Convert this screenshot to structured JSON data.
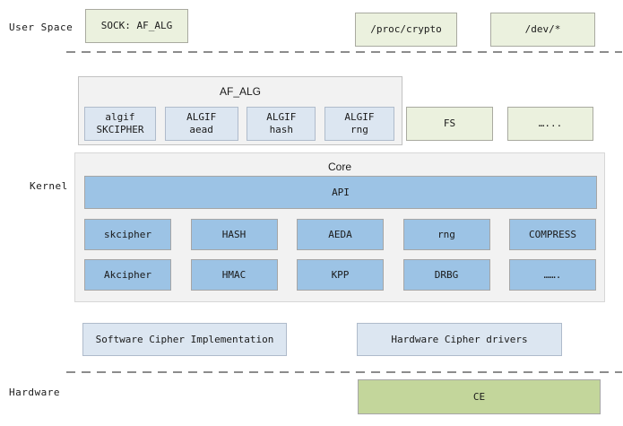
{
  "layers": {
    "user_space_label": "User Space",
    "kernel_label": "Kernel",
    "hardware_label": "Hardware"
  },
  "user_space": {
    "sock_box": "SOCK: AF_ALG",
    "proc_box": "/proc/crypto",
    "dev_box": "/dev/*"
  },
  "kernel": {
    "af_alg": {
      "title": "AF_ALG",
      "modules": [
        {
          "line1": "algif",
          "line2": "SKCIPHER"
        },
        {
          "line1": "ALGIF",
          "line2": "aead"
        },
        {
          "line1": "ALGIF",
          "line2": "hash"
        },
        {
          "line1": "ALGIF",
          "line2": "rng"
        }
      ]
    },
    "fs_box": "FS",
    "fs_more_box": "…...",
    "core": {
      "title": "Core",
      "api_bar": "API",
      "row1": [
        "skcipher",
        "HASH",
        "AEDA",
        "rng",
        "COMPRESS"
      ],
      "row2": [
        "Akcipher",
        "HMAC",
        "KPP",
        "DRBG",
        "……."
      ]
    },
    "software_impl_box": "Software Cipher Implementation",
    "hardware_drivers_box": "Hardware Cipher drivers"
  },
  "hardware": {
    "ce_box": "CE"
  },
  "colors": {
    "green_light": "#ebf1de",
    "green_dark": "#c3d69b",
    "blue": "#9cc3e5",
    "blue_light": "#dce6f1",
    "container_fill": "#f2f2f2",
    "dashed_line": "#8c8c8c"
  }
}
